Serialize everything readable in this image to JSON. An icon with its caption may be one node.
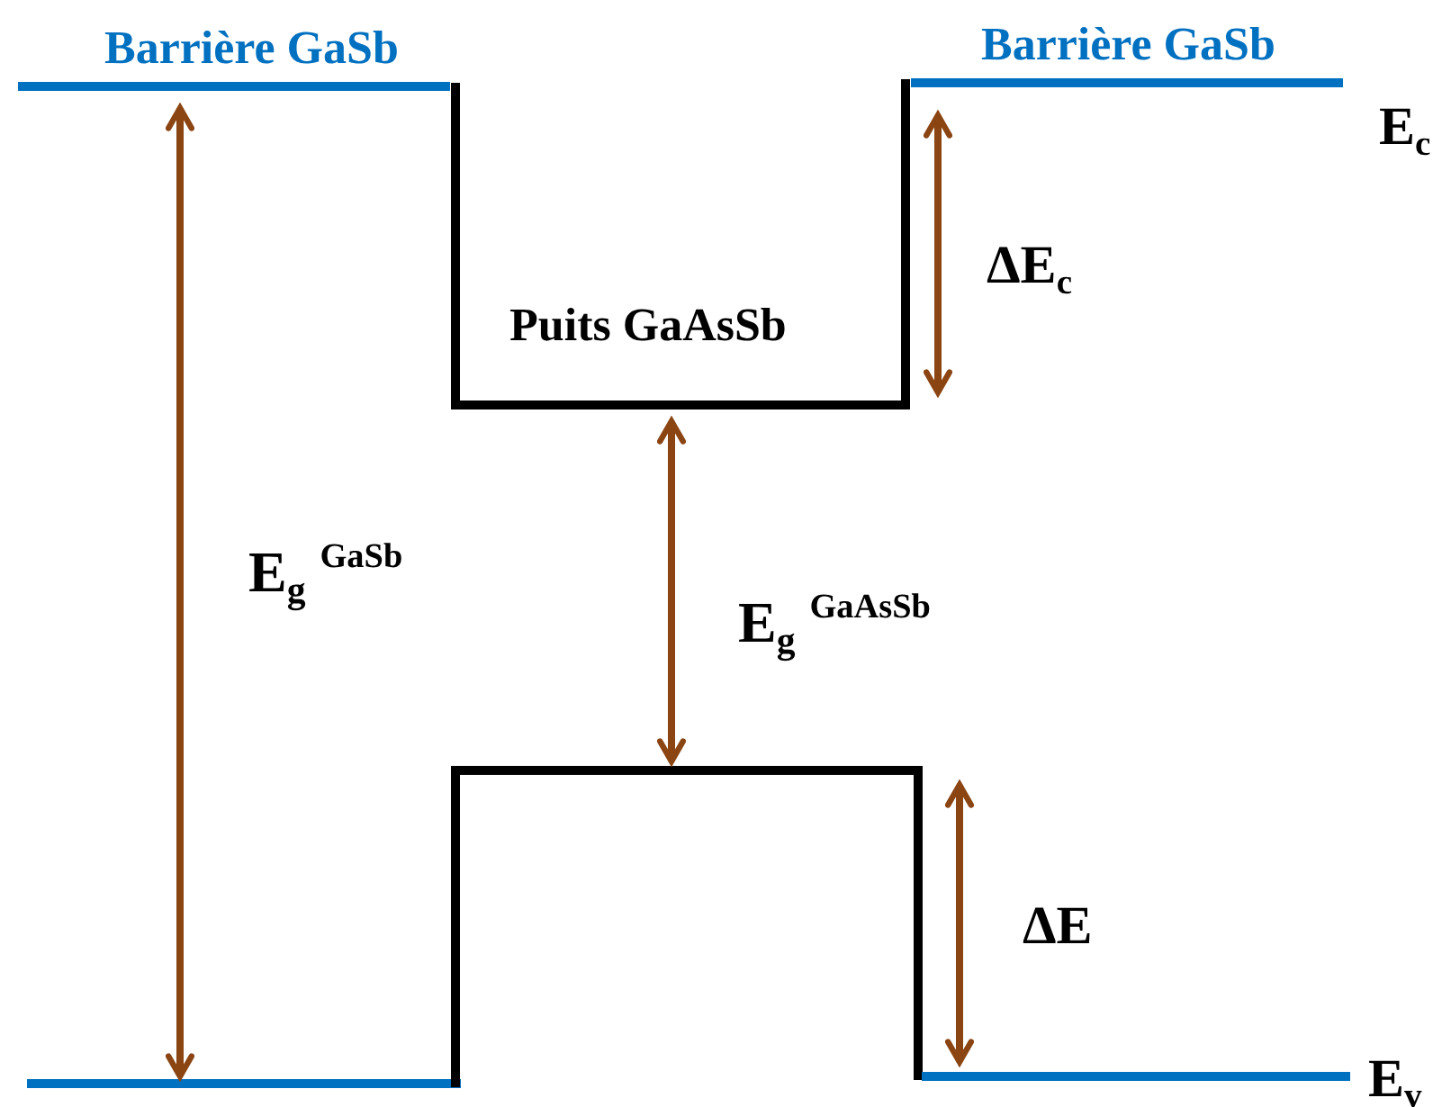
{
  "diagram": {
    "labels": [
      "Barrière GaSb",
      "Barrière GaSb",
      "E$_{c}$",
      "ΔE$_{c}$",
      "Puits GaAsSb",
      "E$_{g}$ $^{GaSb}$",
      "E$_{g}$ $^{GaAsSb}$",
      "ΔE",
      "E$_{v}$"
    ]
  }
}
